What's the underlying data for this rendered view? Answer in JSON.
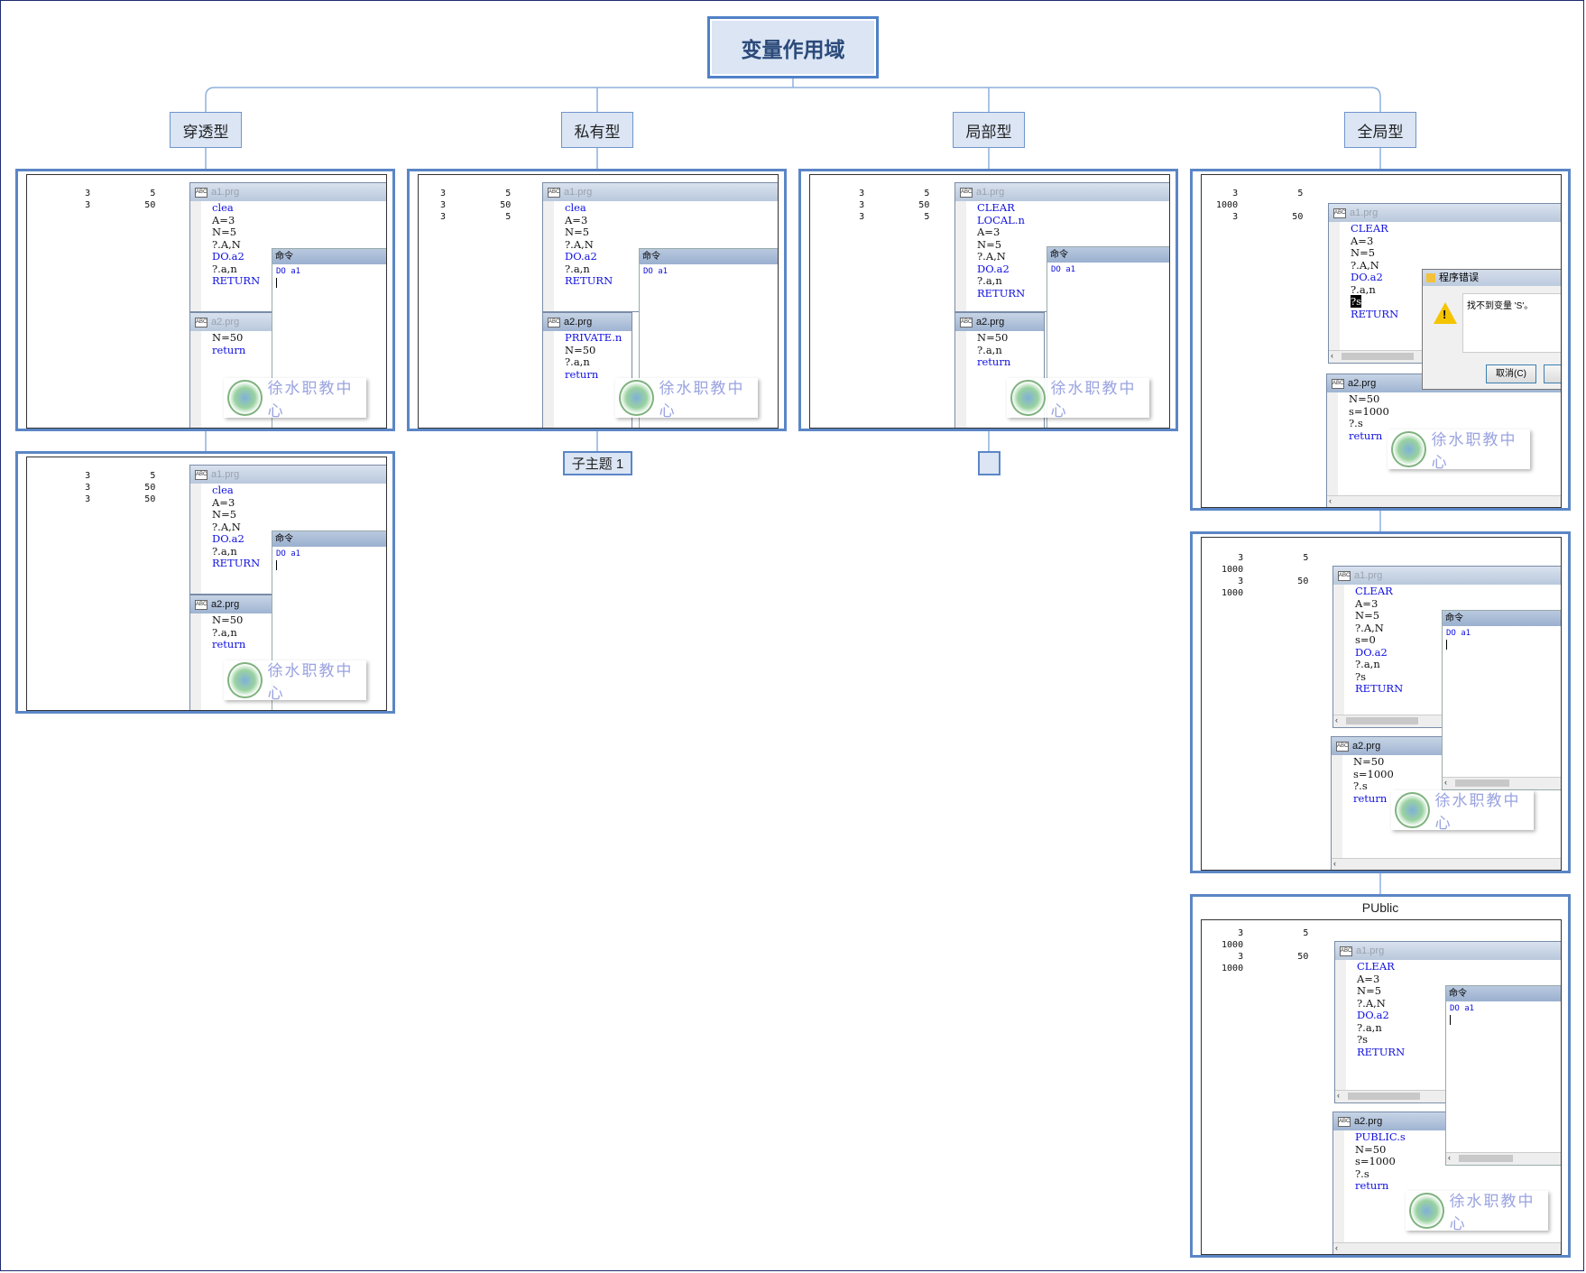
{
  "root": "变量作用域",
  "topics": [
    "穿透型",
    "私有型",
    "局部型",
    "全局型"
  ],
  "subtopic": "子主题 1",
  "public_caption": "PUblic",
  "watermark": "徐水职教中心",
  "labels": {
    "a1": "a1.prg",
    "a2": "a2.prg",
    "cmd": "命令",
    "abc": "ABC"
  },
  "screens": {
    "s1": {
      "out": "    3           5\n    3          50",
      "a1": [
        "clea",
        "A=3",
        "N=5",
        "?.A,N",
        "DO.a2",
        "?.a,n",
        "RETURN"
      ],
      "a2": [
        "N=50",
        "return"
      ],
      "cmd": "DO a1"
    },
    "s2": {
      "out": "    3           5\n    3          50\n    3          50",
      "a1": [
        "clea",
        "A=3",
        "N=5",
        "?.A,N",
        "DO.a2",
        "?.a,n",
        "RETURN"
      ],
      "a2": [
        "N=50",
        "?.a,n",
        "return"
      ],
      "cmd": "DO a1"
    },
    "s3": {
      "out": "  3           5\n  3          50\n  3           5",
      "a1": [
        "clea",
        "A=3",
        "N=5",
        "?.A,N",
        "DO.a2",
        "?.a,n",
        "RETURN"
      ],
      "a2": [
        "PRIVATE.n",
        "N=50",
        "?.a,n",
        "return"
      ],
      "cmd": "DO a1"
    },
    "s4": {
      "out": "    3           5\n    3          50\n    3           5",
      "a1": [
        "CLEAR",
        "LOCAL.n",
        "A=3",
        "N=5",
        "?.A,N",
        "DO.a2",
        "?.a,n",
        "RETURN"
      ],
      "a2": [
        "N=50",
        "?.a,n",
        "return"
      ],
      "cmd": "DO a1"
    },
    "s5": {
      "out": "    3           5\n 1000\n    3          50",
      "a1": [
        "CLEAR",
        "A=3",
        "N=5",
        "?.A,N",
        "DO.a2",
        "?.a,n",
        "?s",
        "RETURN"
      ],
      "a2": [
        "N=50",
        "s=1000",
        "?.s",
        "return"
      ],
      "err_title": "程序错误",
      "err_msg": "找不到变量 'S'。",
      "err_btn": "取消(C)"
    },
    "s6": {
      "out": "    3           5\n 1000\n    3          50\n 1000",
      "a1": [
        "CLEAR",
        "A=3",
        "N=5",
        "?.A,N",
        "s=0",
        "DO.a2",
        "?.a,n",
        "?s",
        "RETURN"
      ],
      "a2": [
        "N=50",
        "s=1000",
        "?.s",
        "return"
      ],
      "cmd": "DO a1"
    },
    "s7": {
      "out": "    3           5\n 1000\n    3          50\n 1000",
      "a1": [
        "CLEAR",
        "A=3",
        "N=5",
        "?.A,N",
        "DO.a2",
        "?.a,n",
        "?s",
        "RETURN"
      ],
      "a2": [
        "PUBLIC.s",
        "N=50",
        "s=1000",
        "?.s",
        "return"
      ],
      "cmd": "DO a1"
    }
  }
}
